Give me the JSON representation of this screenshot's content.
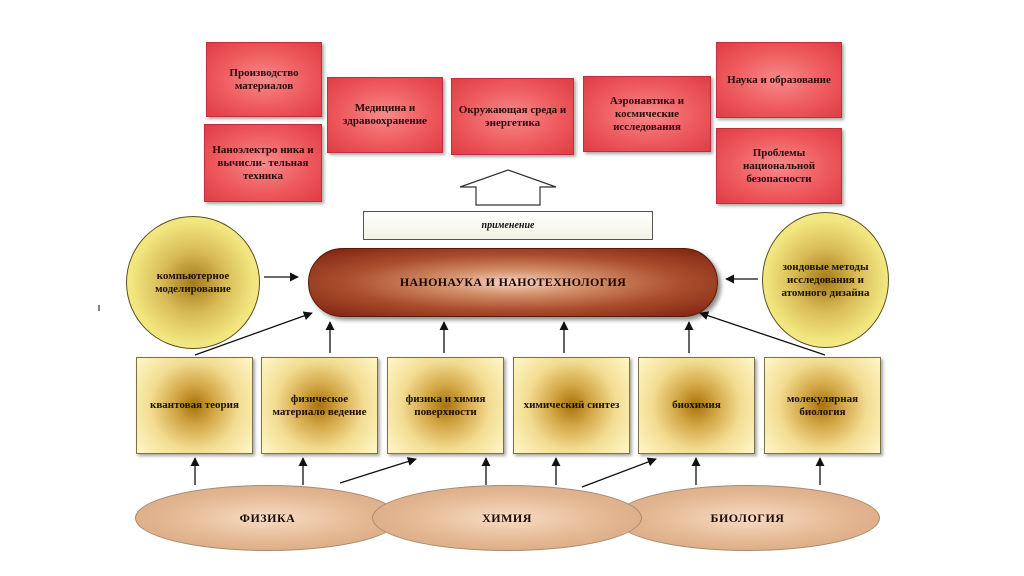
{
  "applications": {
    "materials": "Производство материалов",
    "nanoelectronics": "Наноэлектро ника и вычисли- тельная техника",
    "medicine": "Медицина и здравоохранение",
    "environment": "Окружающая среда и энергетика",
    "aerospace": "Аэронавтика и космические исследования",
    "science": "Наука и образование",
    "security": "Проблемы национальной безопасности"
  },
  "application_label": "применение",
  "center_title": "НАНОНАУКА И НАНОТЕХНОЛОГИЯ",
  "side_methods": {
    "left": "компьютерное моделирование",
    "right": "зондовые методы исследования и атомного дизайна"
  },
  "disciplines": [
    "квантовая теория",
    "физическое материало ведение",
    "физика и химия поверхности",
    "химический синтез",
    "биохимия",
    "молекулярная биология"
  ],
  "foundations": {
    "physics": "ФИЗИКА",
    "chemistry": "ХИМИЯ",
    "biology": "БИОЛОГИЯ"
  },
  "colors": {
    "application_red": "#ee5a5e",
    "discipline_yellow": "#f3dd93",
    "center_brown": "#ab4e2e",
    "foundation_tan": "#e5b994"
  }
}
